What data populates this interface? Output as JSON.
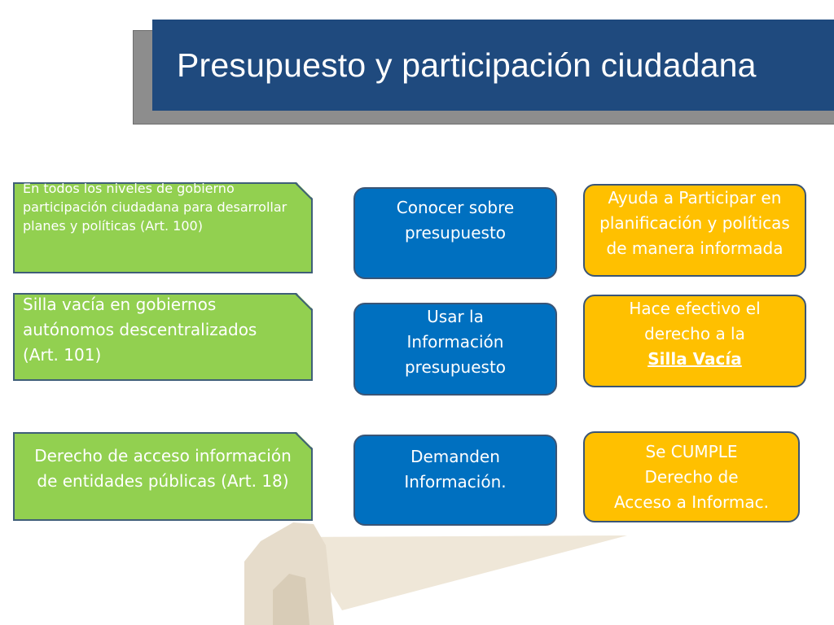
{
  "slide": {
    "title": "Presupuesto y participación ciudadana"
  },
  "rows": [
    {
      "left": "En todos los niveles de gobierno participación ciudadana para desarrollar planes y políticas (Art. 100)",
      "middle": [
        "Conocer  sobre",
        "presupuesto"
      ],
      "right": [
        "Ayuda a Participar en",
        "planificación y políticas",
        "de manera informada"
      ]
    },
    {
      "left": "Silla vacía en gobiernos autónomos descentralizados (Art. 101)",
      "middle": [
        "Usar  la",
        "Información",
        "presupuesto"
      ],
      "right": [
        "Hace efectivo el",
        "derecho a la"
      ],
      "right_emphasis": "Silla Vacía"
    },
    {
      "left": "Derecho de acceso información de entidades públicas (Art. 18)",
      "middle": [
        "Demanden",
        "Información."
      ],
      "right": [
        "Se CUMPLE",
        "Derecho de",
        "Acceso a Informac."
      ]
    }
  ],
  "colors": {
    "title_bg": "#1f4a7e",
    "green": "#92d050",
    "blue": "#0070c0",
    "orange": "#ffc000"
  }
}
